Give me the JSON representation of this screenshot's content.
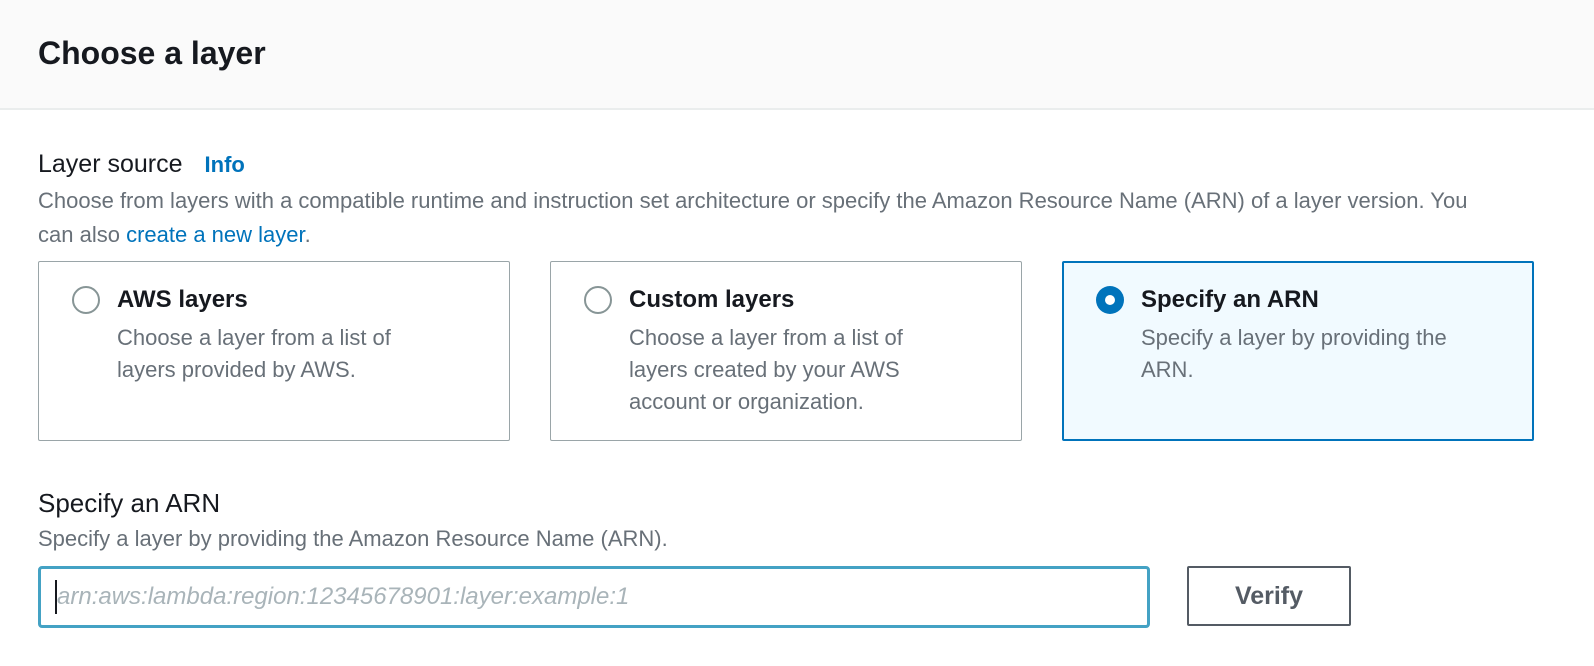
{
  "header": {
    "title": "Choose a layer"
  },
  "layer_source": {
    "label": "Layer source",
    "info_label": "Info",
    "description_before": "Choose from layers with a compatible runtime and instruction set architecture or specify the Amazon Resource Name (ARN) of a layer version. You can also ",
    "link_text": "create a new layer",
    "description_after": ".",
    "options": [
      {
        "title": "AWS layers",
        "description": "Choose a layer from a list of layers provided by AWS.",
        "selected": false
      },
      {
        "title": "Custom layers",
        "description": "Choose a layer from a list of layers created by your AWS account or organization.",
        "selected": false
      },
      {
        "title": "Specify an ARN",
        "description": "Specify a layer by providing the ARN.",
        "selected": true
      }
    ]
  },
  "arn_section": {
    "title": "Specify an ARN",
    "description": "Specify a layer by providing the Amazon Resource Name (ARN).",
    "input_value": "",
    "input_placeholder": "arn:aws:lambda:region:12345678901:layer:example:1",
    "verify_label": "Verify"
  },
  "colors": {
    "accent_blue": "#0073bb",
    "selected_card_bg": "#f1faff",
    "focused_input_border": "#44a2c4",
    "secondary_text": "#687078",
    "button_border": "#545b64"
  }
}
